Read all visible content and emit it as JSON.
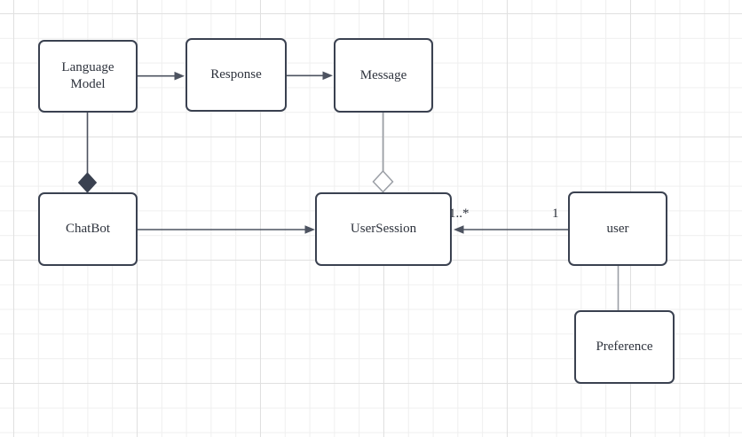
{
  "diagram_type": "uml-class-diagram",
  "nodes": {
    "language_model": {
      "label": "Language Model"
    },
    "response": {
      "label": "Response"
    },
    "message": {
      "label": "Message"
    },
    "chatbot": {
      "label": "ChatBot"
    },
    "user_session": {
      "label": "UserSession"
    },
    "user": {
      "label": "user"
    },
    "preference": {
      "label": "Preference"
    }
  },
  "edges": [
    {
      "from": "Language Model",
      "to": "Response",
      "type": "directed-arrow"
    },
    {
      "from": "Response",
      "to": "Message",
      "type": "directed-arrow"
    },
    {
      "from": "ChatBot",
      "to": "Language Model",
      "type": "composition",
      "diamond": "filled",
      "diamond_at": "ChatBot"
    },
    {
      "from": "UserSession",
      "to": "Message",
      "type": "aggregation",
      "diamond": "hollow",
      "diamond_at": "UserSession"
    },
    {
      "from": "ChatBot",
      "to": "UserSession",
      "type": "directed-arrow"
    },
    {
      "from": "user",
      "to": "UserSession",
      "type": "directed-arrow",
      "source_multiplicity": "1",
      "target_multiplicity": "1..*"
    },
    {
      "from": "user",
      "to": "Preference",
      "type": "plain-line"
    }
  ],
  "colors": {
    "canvas_background": "#ffffff",
    "grid_minor": "#efefef",
    "grid_major": "#e0e0e0",
    "node_fill": "#ffffff",
    "node_border": "#3a4150",
    "dark_edge": "#4d5360",
    "gray_edge": "#9b9fa6",
    "text": "#2d323c"
  }
}
